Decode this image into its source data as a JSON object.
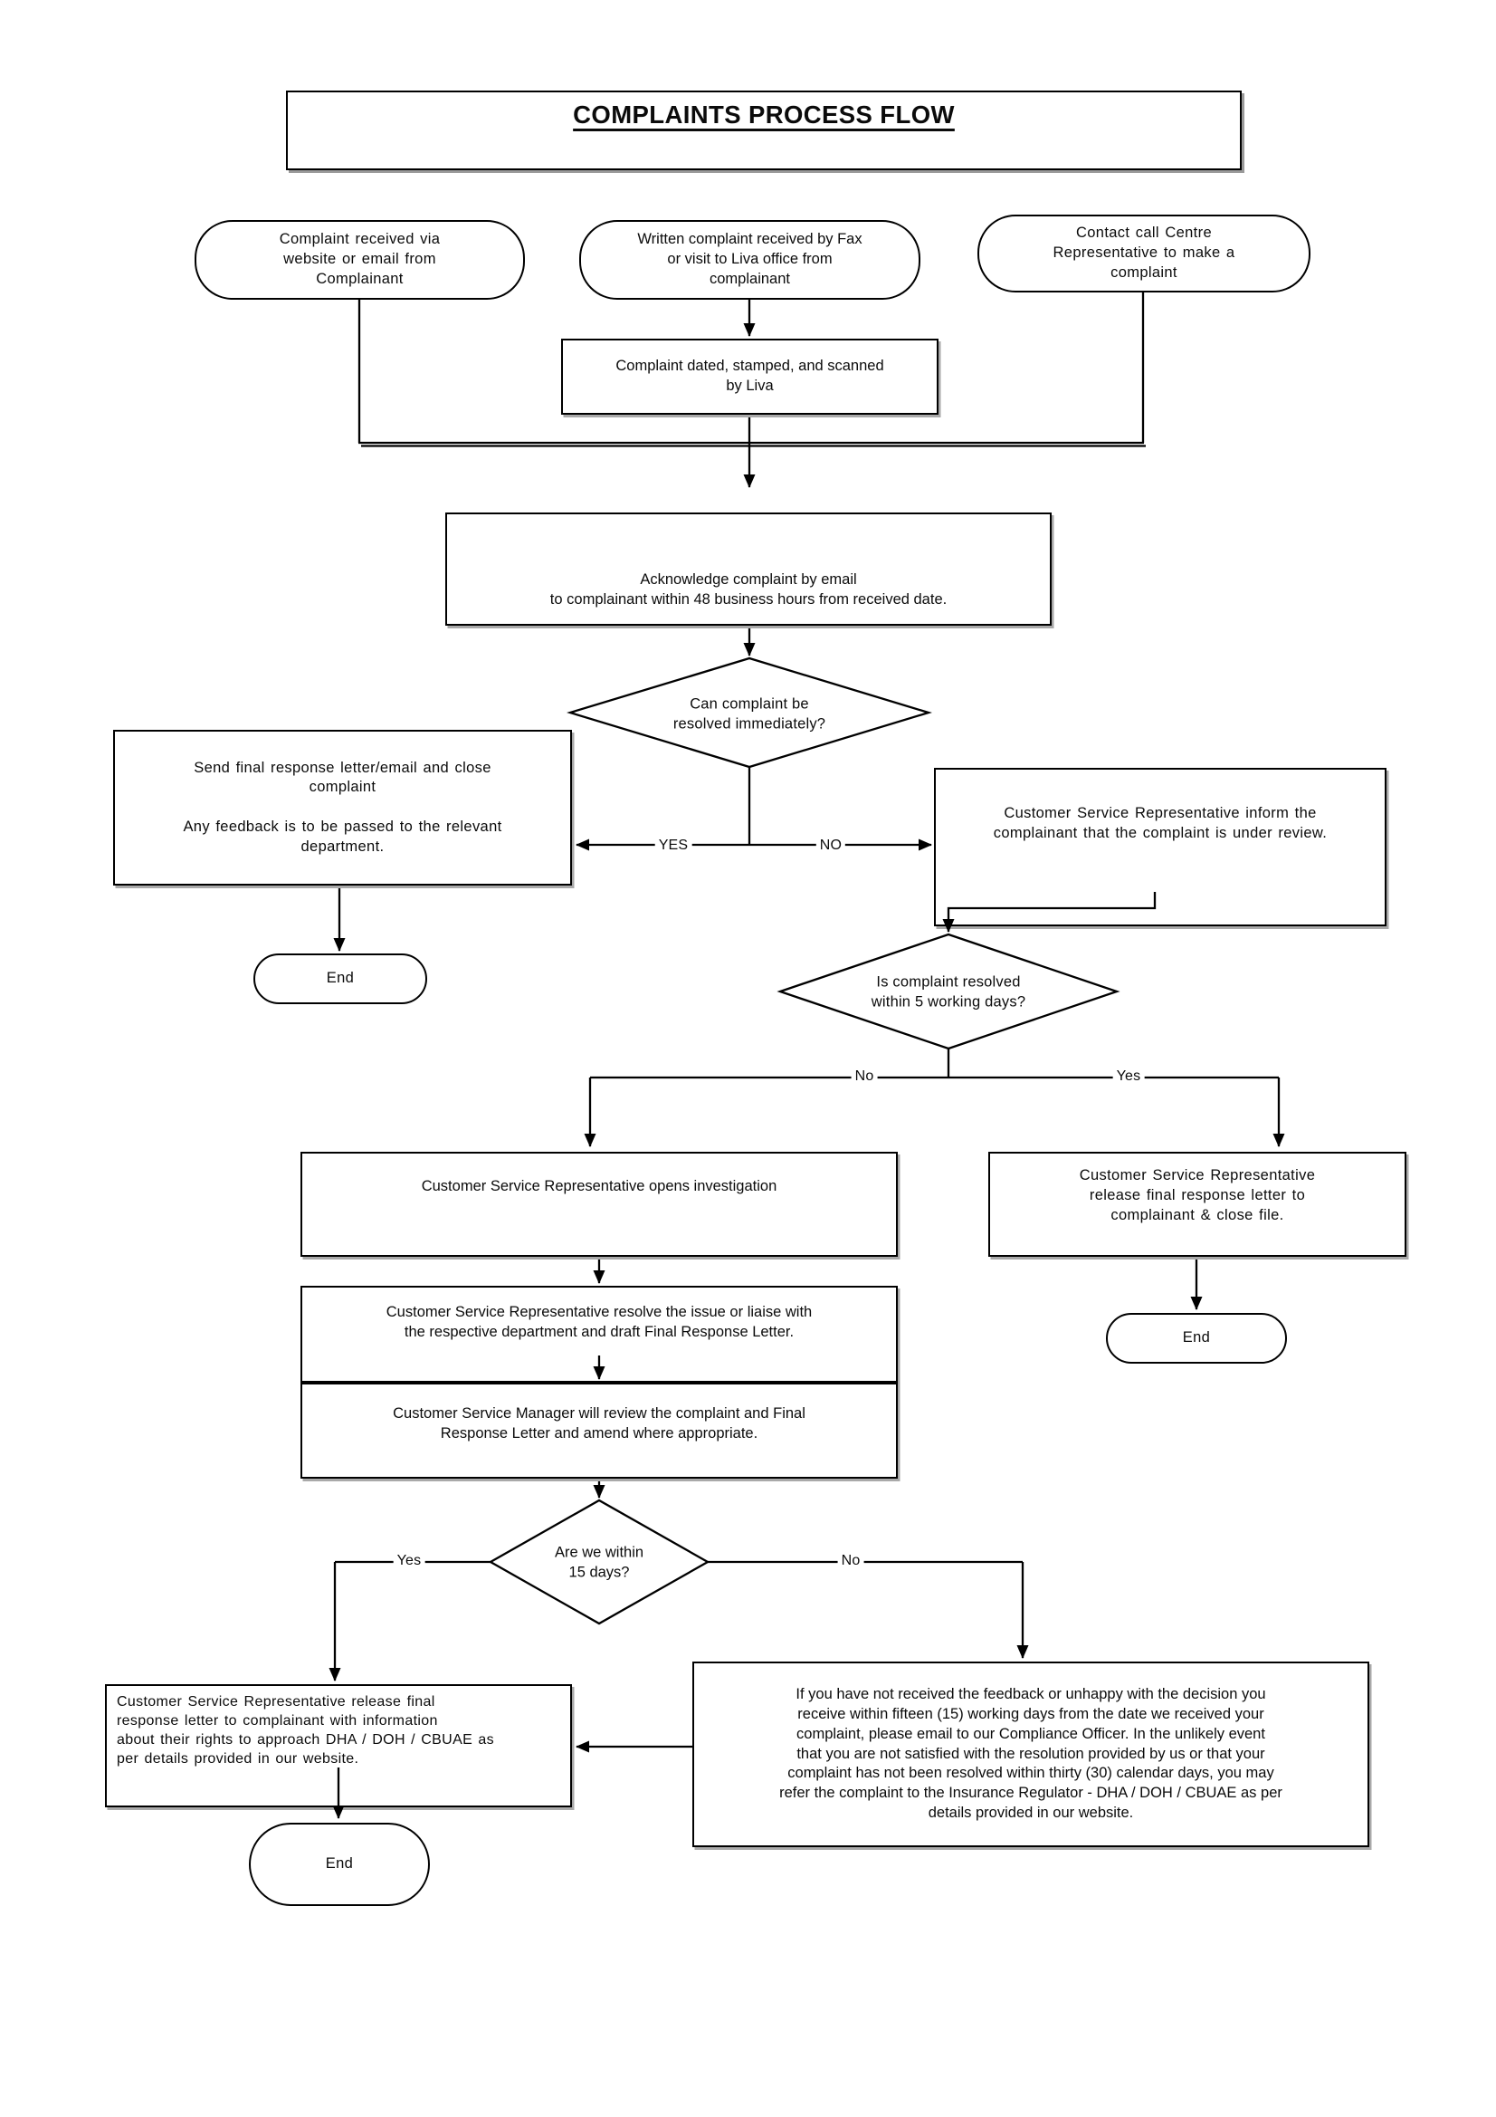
{
  "title": "COMPLAINTS PROCESS FLOW",
  "nodes": {
    "received_website": "Complaint received via\nwebsite or email from\nComplainant",
    "received_fax": "Written complaint received by Fax\nor visit to Liva office from\ncomplainant",
    "contact_call_centre": "Contact call Centre\nRepresentative to make a\ncomplaint",
    "dated_stamped": "Complaint dated, stamped, and scanned\nby Liva",
    "acknowledge": "Acknowledge complaint by email\nto complainant within 48 business hours from received date.",
    "can_resolve_immediately": "Can complaint be\nresolved immediately?",
    "send_final_response": "Send final response letter/email and close\ncomplaint\n\nAny feedback is to be passed to the relevant\ndepartment.",
    "inform_under_review": "Customer Service Representative inform the\ncomplainant that the complaint is under review.",
    "resolved_5_days": "Is complaint resolved\nwithin 5 working days?",
    "opens_investigation": "Customer Service Representative opens investigation",
    "release_close_file": "Customer Service Representative\nrelease final response letter to\ncomplainant & close file.",
    "resolve_issue": "Customer Service Representative resolve the issue or liaise with\nthe respective department and draft Final Response Letter.",
    "manager_review": "Customer Service Manager will review the complaint and Final\nResponse Letter and amend where appropriate.",
    "within_15_days": "Are we within\n15 days?",
    "release_with_rights": "Customer Service Representative release final\nresponse letter to complainant with information\nabout their rights to approach DHA / DOH / CBUAE as\nper details provided in our website.",
    "escalation_info": "If you have not received the feedback or unhappy with the decision you\nreceive within fifteen (15) working days from the date we received your\ncomplaint, please email to our Compliance Officer. In the unlikely event\nthat you are not satisfied with the resolution provided by us or that your\ncomplaint has not been resolved within thirty (30) calendar days, you may\nrefer the complaint to the Insurance Regulator - DHA / DOH / CBUAE as per\ndetails provided in our website.",
    "end_left": "End",
    "end_right": "End",
    "end_bottom": "End"
  },
  "labels": {
    "yes_immediate": "YES",
    "no_immediate": "NO",
    "no_5days": "No",
    "yes_5days": "Yes",
    "yes_15days": "Yes",
    "no_15days": "No"
  },
  "colors": {
    "stroke": "#000000",
    "fill": "#ffffff",
    "shadow": "#a9a9a9"
  }
}
